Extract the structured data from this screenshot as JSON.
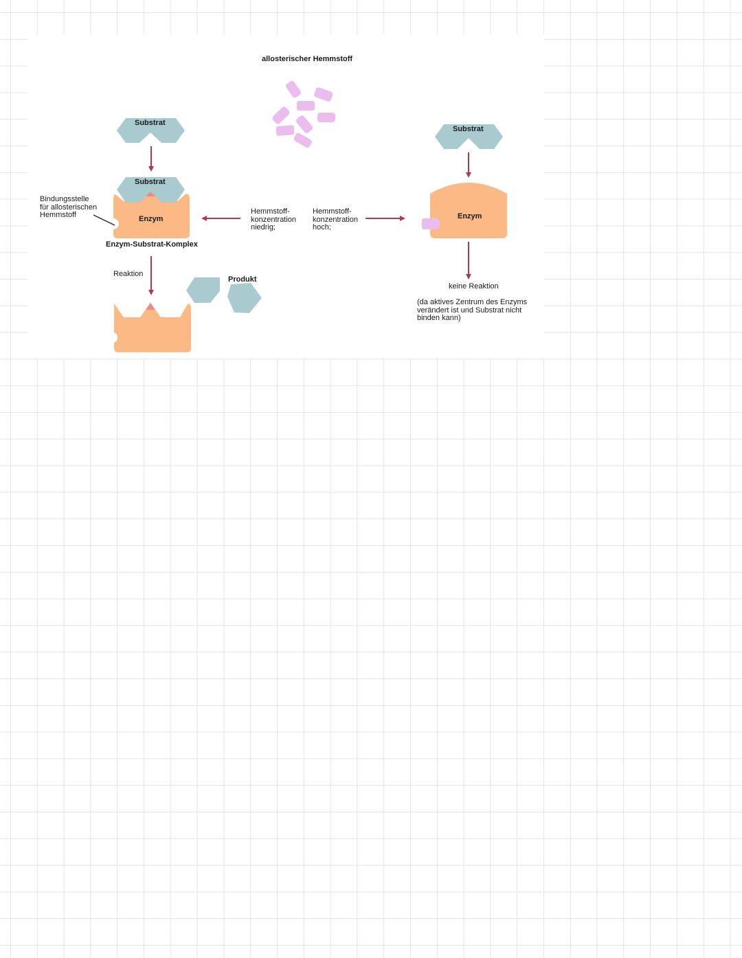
{
  "labels": {
    "inhibitor_title": "allosterischer Hemmstoff",
    "substrate_left_top": "Substrat",
    "substrate_left_bound": "Substrat",
    "substrate_right": "Substrat",
    "enzyme_left": "Enzym",
    "enzyme_right": "Enzym",
    "binding_site": "Bindungsstelle\nfür allosterischen\nHemmstoff",
    "complex": "Enzym-Substrat-Komplex",
    "reaction": "Reaktion",
    "product": "Produkt",
    "low_concentration": "Hemmstoff-\nkonzentration\nniedrig;",
    "high_concentration": "Hemmstoff-\nkonzentration\nhoch;",
    "no_reaction": "keine Reaktion",
    "explanation": "(da aktives Zentrum des Enzyms\nverändert ist und Substrat nicht\nbinden kann)"
  },
  "colors": {
    "substrate": "#a9cbd0",
    "enzyme": "#fbb985",
    "inhibitor": "#ebbdef",
    "arrow": "#b0384f",
    "active_site": "#f08a8a",
    "grid": "#e3e3e3"
  }
}
